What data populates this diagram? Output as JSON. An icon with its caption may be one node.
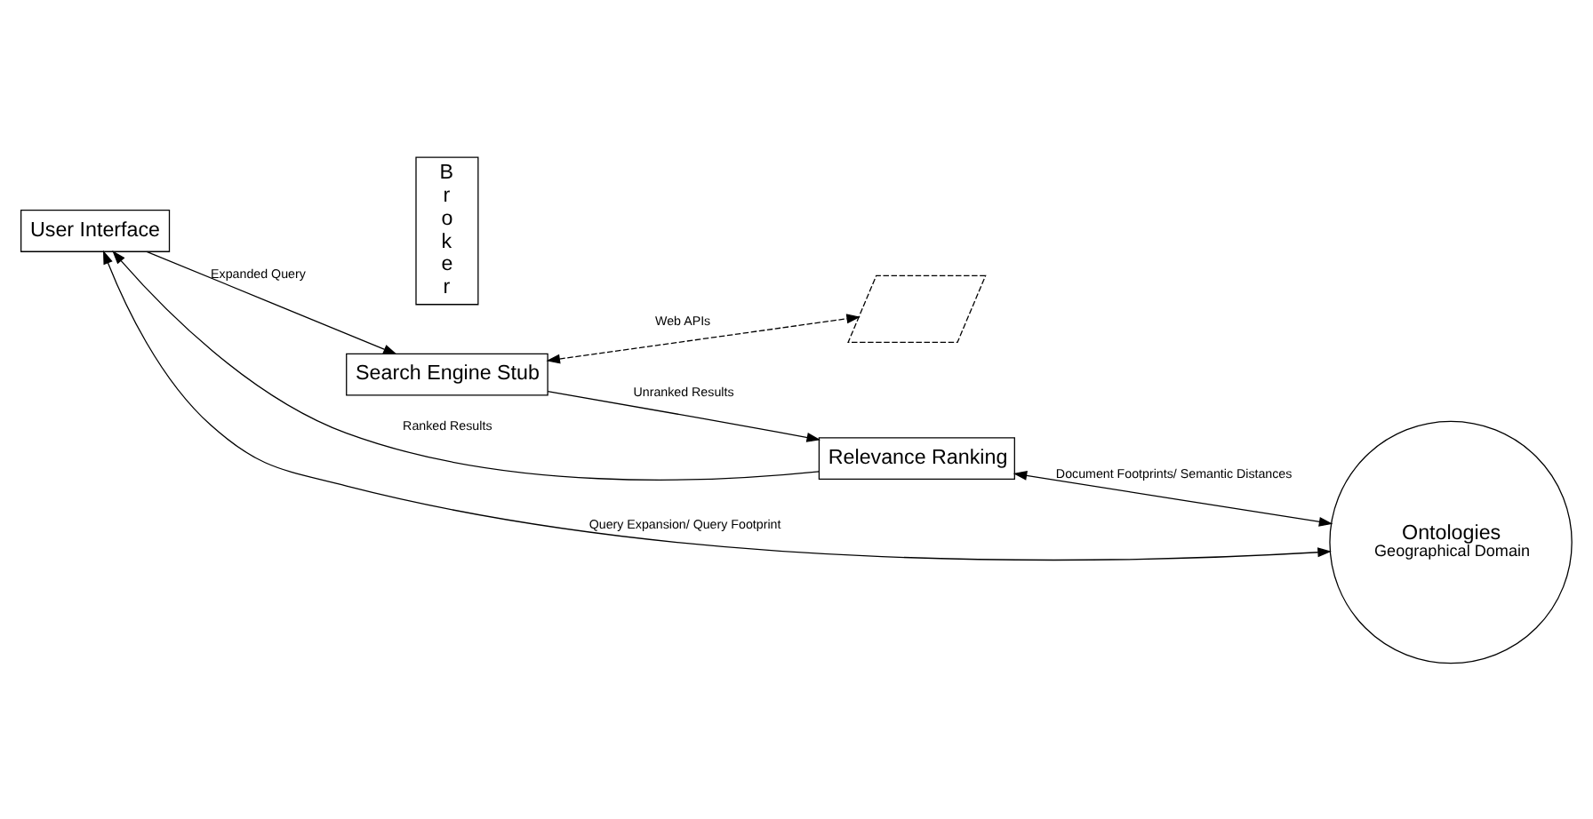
{
  "diagram": {
    "nodes": [
      {
        "text": [
          "User Interface"
        ]
      },
      {
        "text": [
          "Broker"
        ]
      },
      {
        "text": [
          "Relevance Ranking"
        ]
      },
      {
        "text": [
          "Search Engine Stub"
        ]
      },
      {
        "text": [
          "Ontologies",
          "Geographical Domain"
        ]
      },
      {
        "text": [],
        "shape": "parallelogram"
      }
    ],
    "edges": [
      {
        "from": 0,
        "to": 4,
        "arrow": "both",
        "label": "Query Expansion/ Query Footprint"
      },
      {
        "from": 2,
        "to": 4,
        "arrow": "both",
        "label": "Document Footprints/ Semantic Distances"
      },
      {
        "from": 2,
        "to": 0,
        "arrow": "to",
        "label": "Ranked Results"
      },
      {
        "from": 0,
        "to": 3,
        "arrow": "to",
        "label": "Expanded Query"
      },
      {
        "from": 3,
        "to": 2,
        "arrow": "to",
        "label": "Unranked Results"
      },
      {
        "from": 3,
        "to": 5,
        "arrow": "both",
        "label": "Web APIs",
        "style": "dashed"
      }
    ]
  }
}
